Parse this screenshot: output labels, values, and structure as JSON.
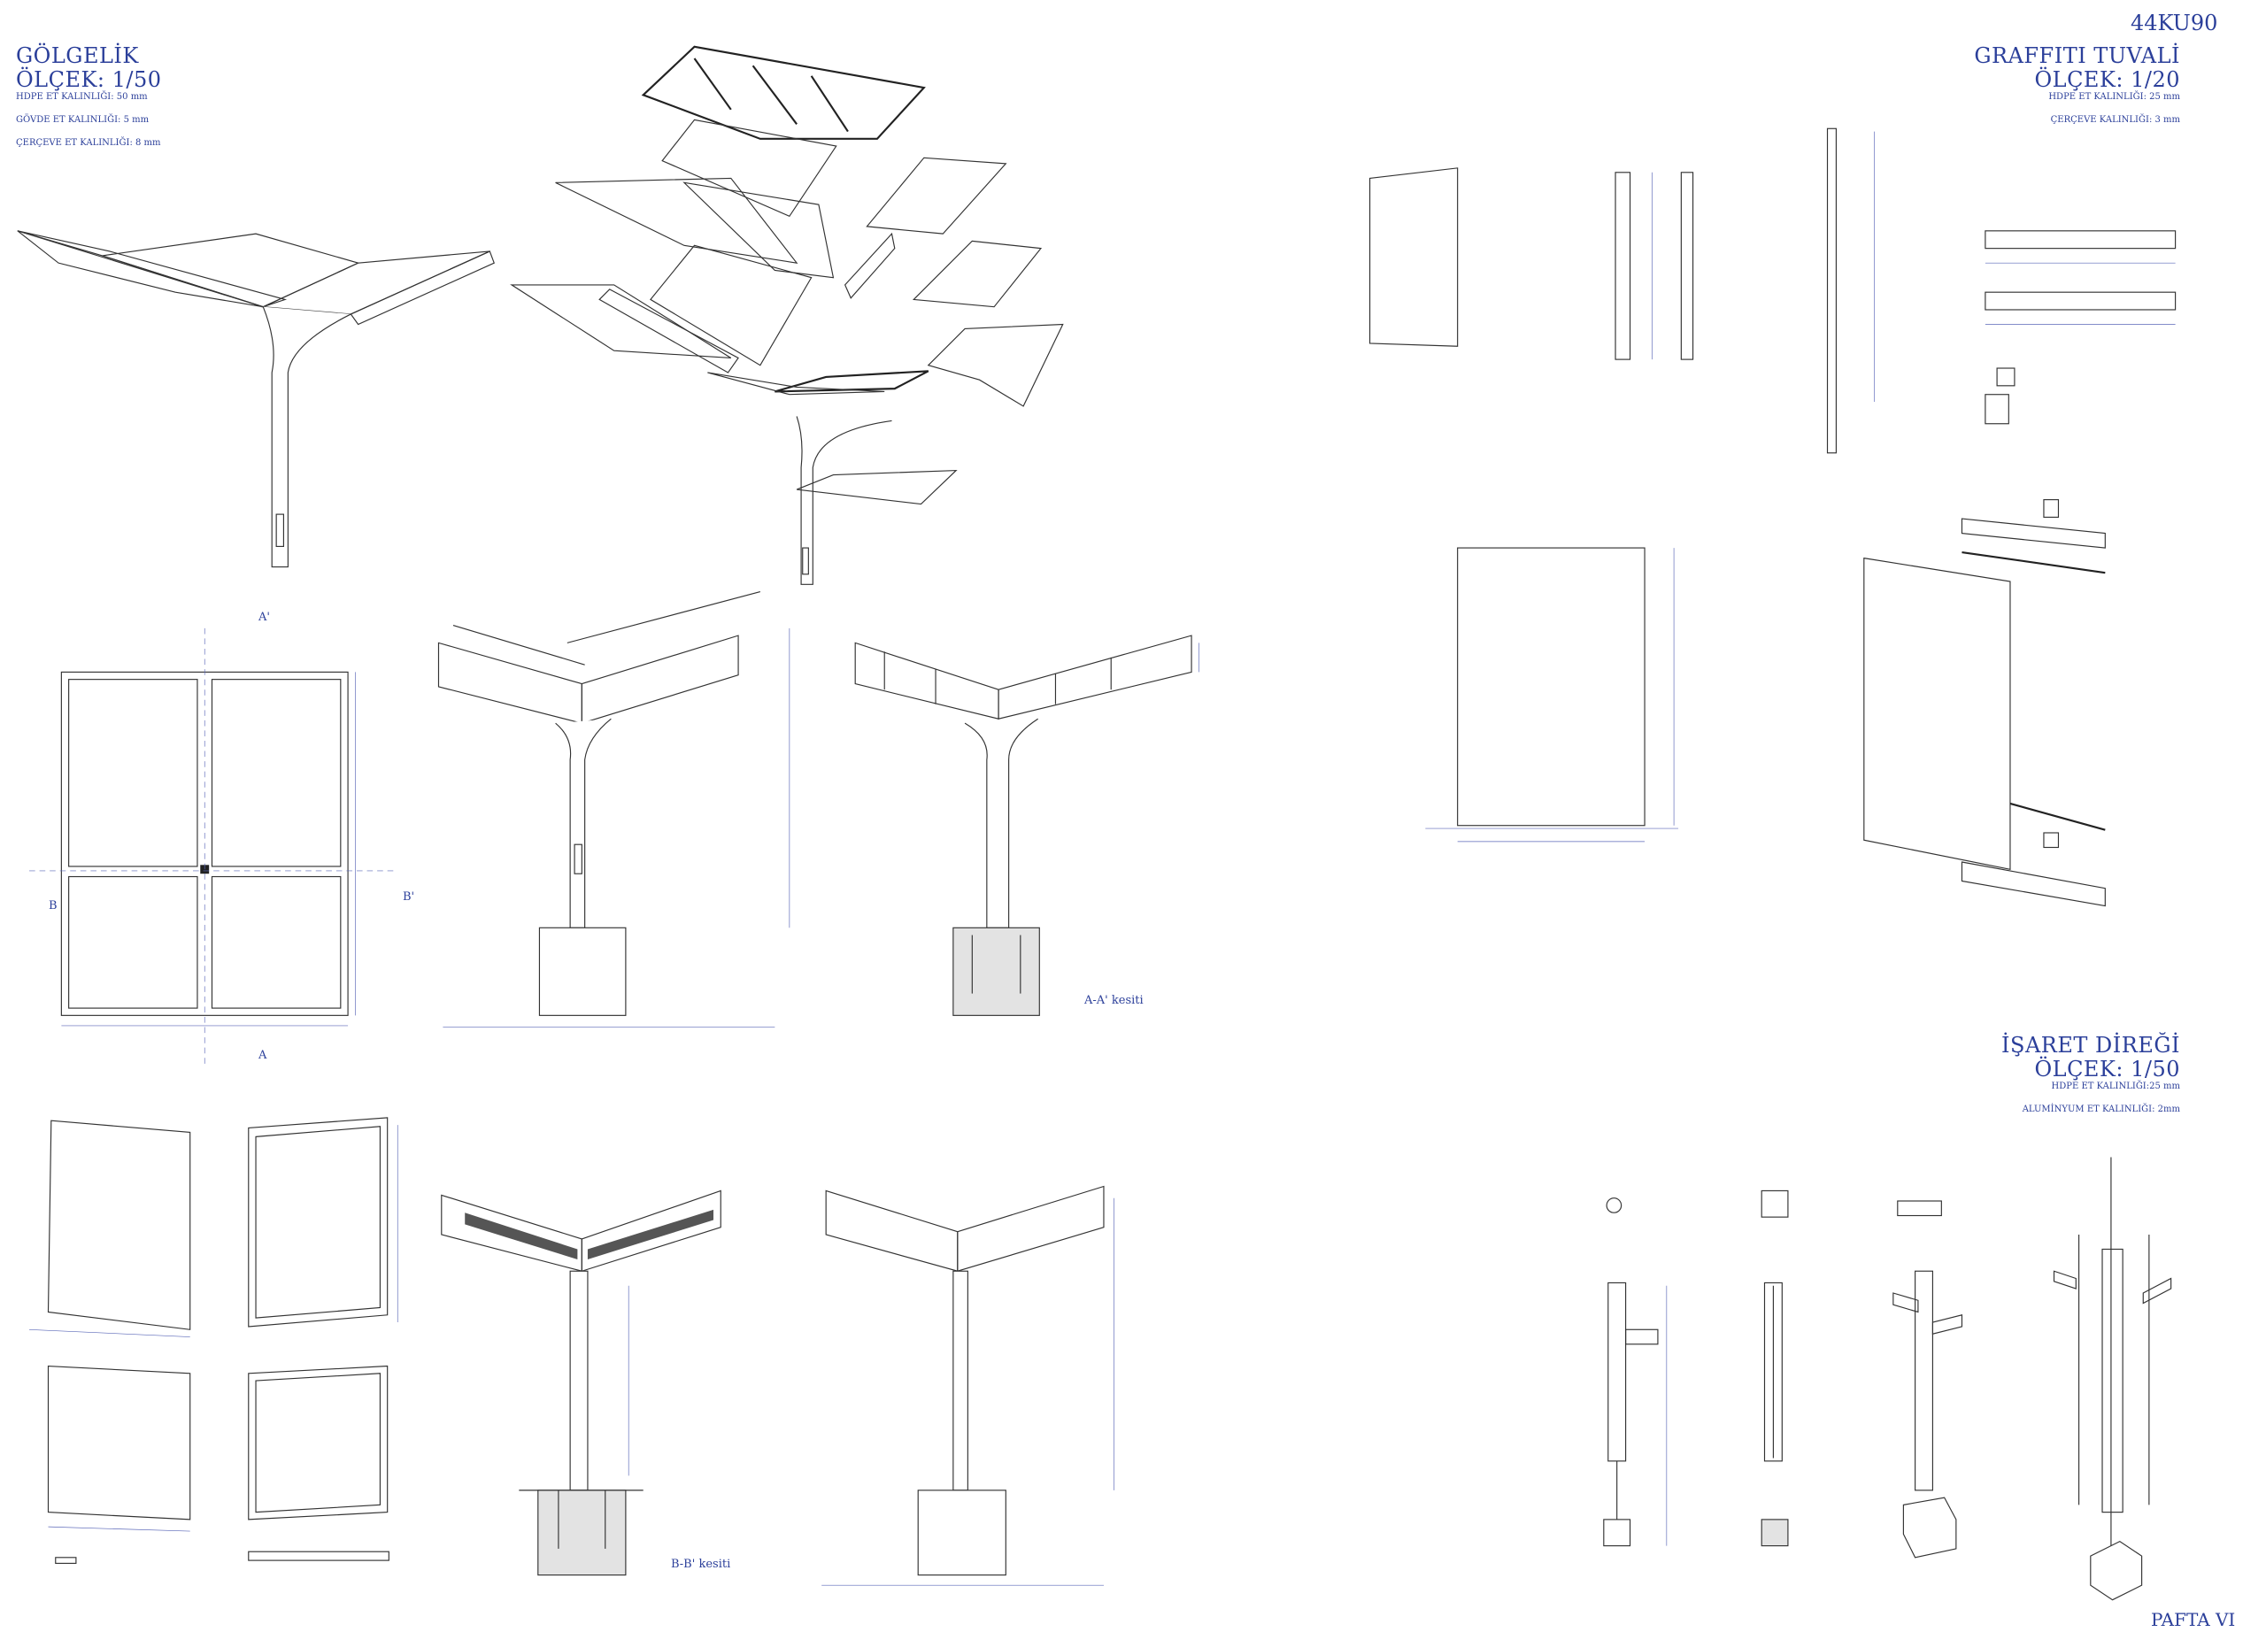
{
  "sheet": {
    "project_code": "44KU90",
    "sheet_number": "PAFTA VI",
    "accent_color": "#2b3f9a"
  },
  "shade": {
    "title": "GÖLGELİK",
    "scale": "ÖLÇEK: 1/50",
    "notes": [
      "HDPE ET KALINLIĞI: 50 mm",
      "GÖVDE ET KALINLIĞI: 5 mm",
      "ÇERÇEVE ET KALINLIĞI: 8 mm"
    ],
    "section_marks": {
      "a_top": "A'",
      "a_bottom": "A",
      "b_left": "B",
      "b_right": "B'"
    },
    "section_aa": "A-A' kesiti",
    "section_bb": "B-B' kesiti"
  },
  "graffiti": {
    "title": "GRAFFITI TUVALİ",
    "scale": "ÖLÇEK: 1/20",
    "notes": [
      "HDPE ET KALINLIĞI: 25 mm",
      "ÇERÇEVE KALINLIĞI: 3 mm"
    ]
  },
  "signpost": {
    "title": "İŞARET DİREĞİ",
    "scale": "ÖLÇEK: 1/50",
    "notes": [
      "HDPE ET KALINLIĞI:25 mm",
      "ALUMİNYUM ET KALINLIĞI: 2mm"
    ]
  }
}
